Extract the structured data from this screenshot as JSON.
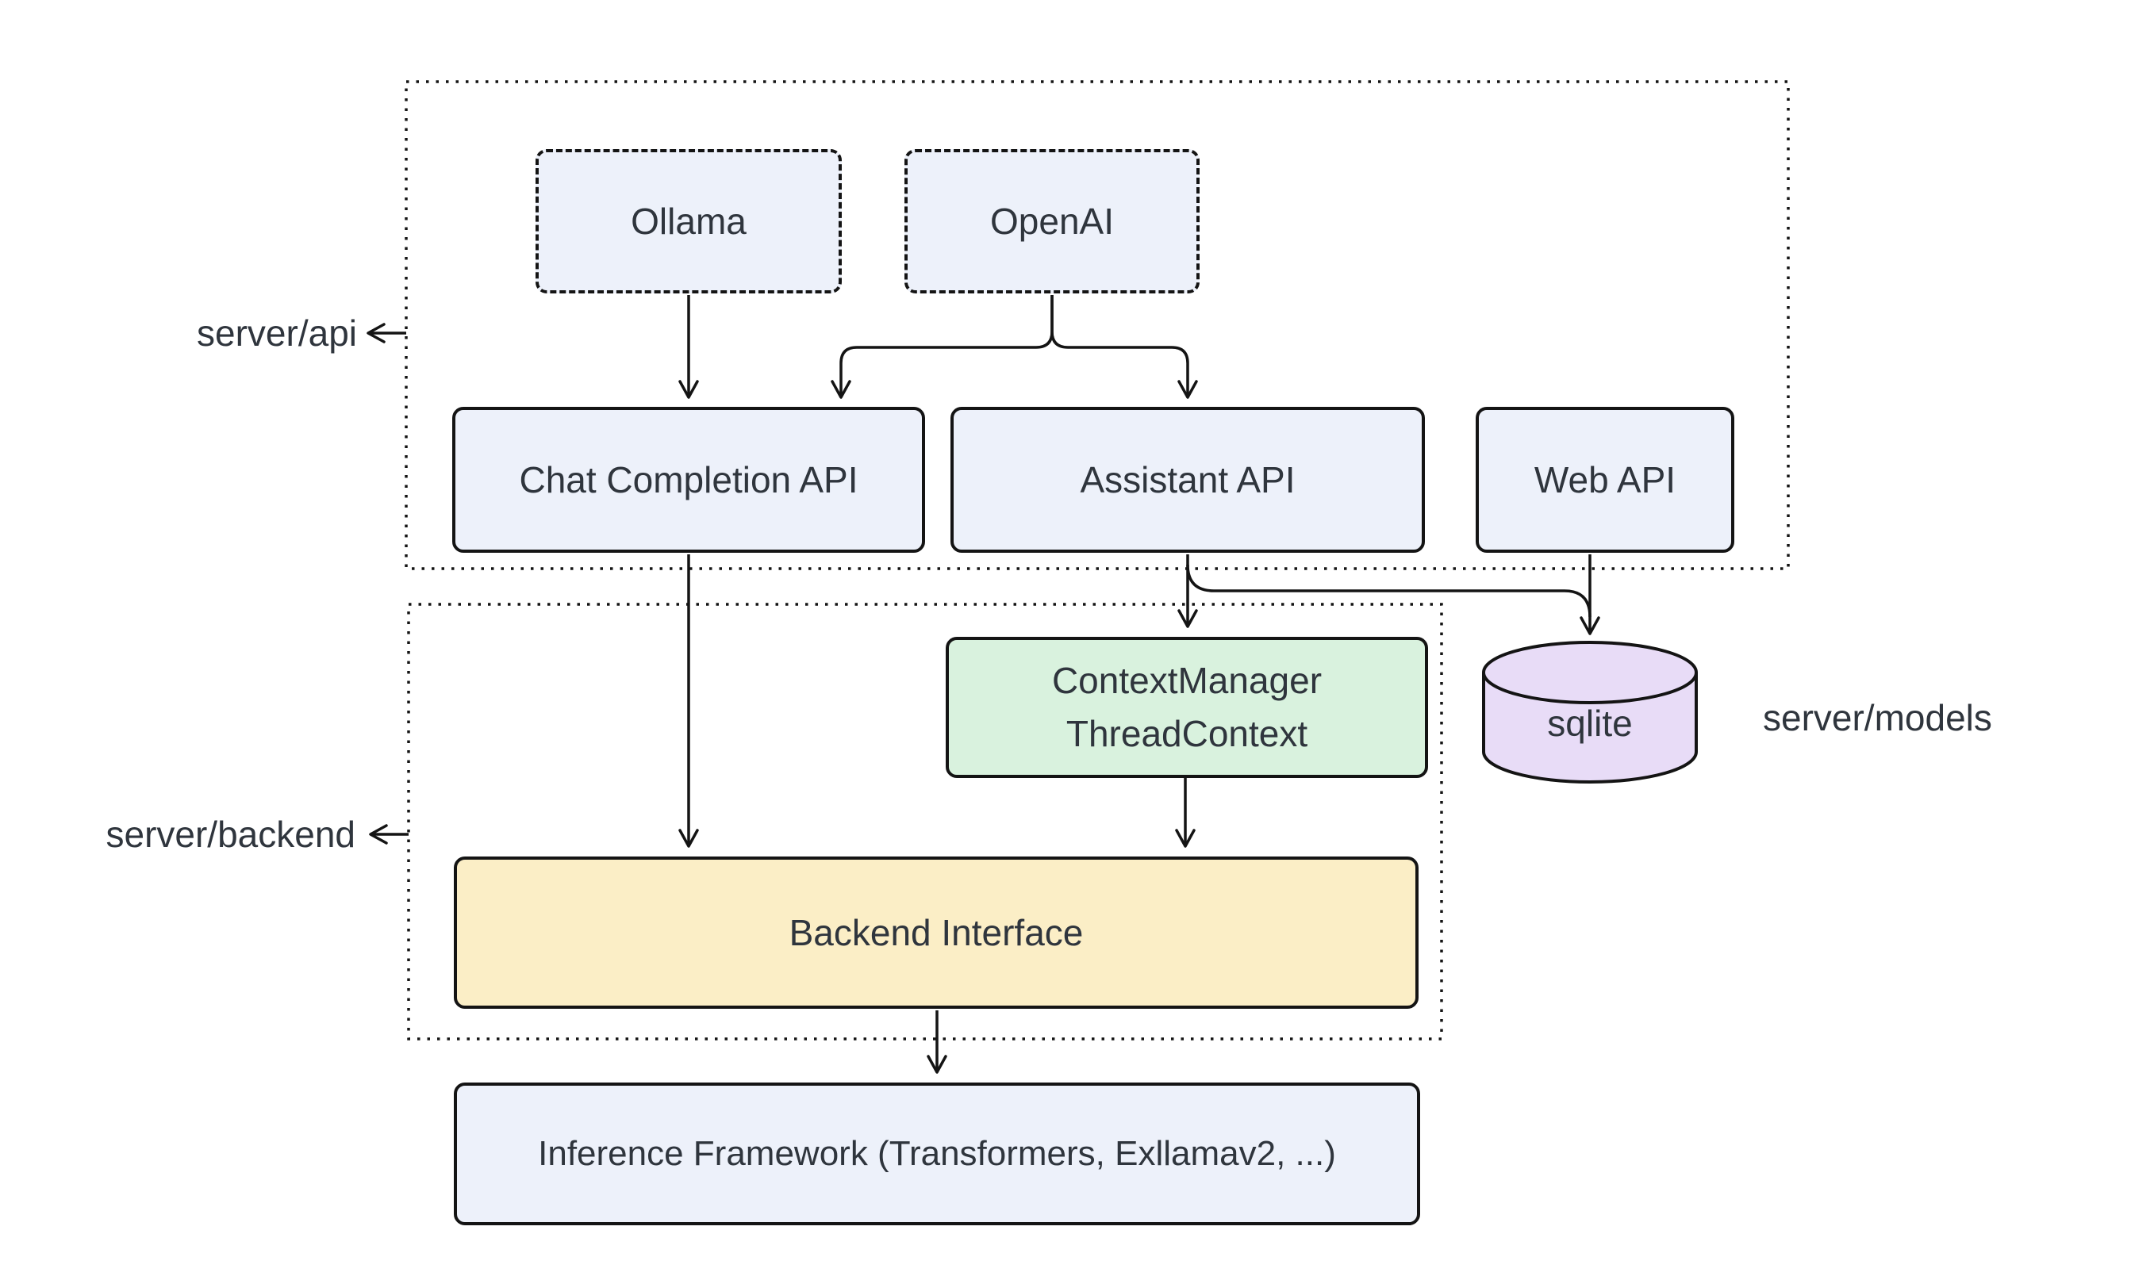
{
  "colors": {
    "background": "#ffffff",
    "stroke": "#141414",
    "text": "#2f353d",
    "box_blue": "#edf1fa",
    "box_green": "#d9f2de",
    "box_yellow": "#fbeec6",
    "db_purple": "#e8dcf7"
  },
  "containers": {
    "api": {
      "label": "server/api"
    },
    "backend": {
      "label": "server/backend"
    },
    "models": {
      "label": "server/models"
    }
  },
  "nodes": {
    "ollama": {
      "label": "Ollama"
    },
    "openai": {
      "label": "OpenAI"
    },
    "chat_api": {
      "label": "Chat Completion API"
    },
    "assistant_api": {
      "label": "Assistant API"
    },
    "web_api": {
      "label": "Web API"
    },
    "context_manager": {
      "line1": "ContextManager",
      "line2": "ThreadContext"
    },
    "sqlite": {
      "label": "sqlite"
    },
    "backend_interface": {
      "label": "Backend Interface"
    },
    "inference": {
      "label": "Inference Framework (Transformers, Exllamav2, ...)"
    }
  },
  "edges": [
    {
      "from": "Ollama",
      "to": "Chat Completion API"
    },
    {
      "from": "OpenAI",
      "to": "Chat Completion API"
    },
    {
      "from": "OpenAI",
      "to": "Assistant API"
    },
    {
      "from": "Chat Completion API",
      "to": "Backend Interface"
    },
    {
      "from": "Assistant API",
      "to": "ContextManager ThreadContext"
    },
    {
      "from": "Assistant API",
      "to": "sqlite"
    },
    {
      "from": "Web API",
      "to": "sqlite"
    },
    {
      "from": "ContextManager ThreadContext",
      "to": "Backend Interface"
    },
    {
      "from": "Backend Interface",
      "to": "Inference Framework (Transformers, Exllamav2, ...)"
    }
  ]
}
